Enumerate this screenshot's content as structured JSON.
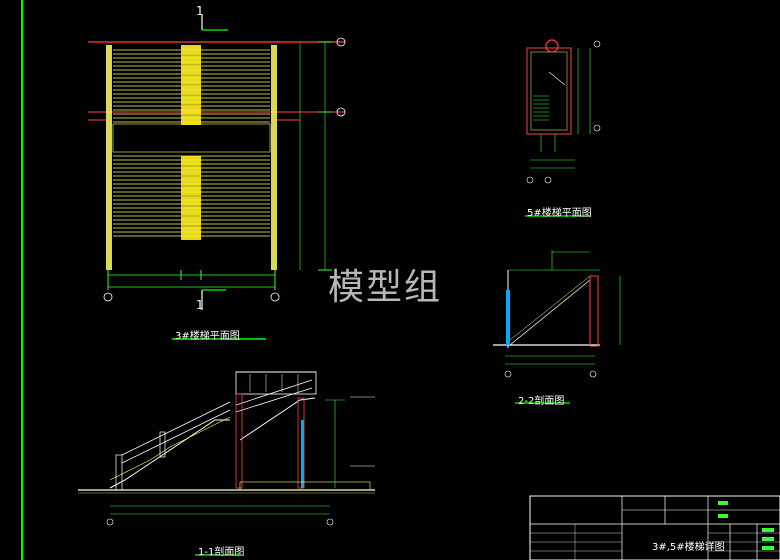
{
  "drawing": {
    "title_plan_3": "3#楼梯平面图",
    "title_plan_5": "5#楼梯平面图",
    "title_section_22": "2-2剖面图",
    "title_section_11": "1-1剖面图",
    "section_mark_top": "1",
    "section_mark_bottom": "1",
    "watermark": "模型组",
    "title_block_drawing_name": "3#,5#楼梯详图"
  },
  "colors": {
    "background": "#000000",
    "frame": "#00ff00",
    "stair_lines": "#ffff66",
    "structure": "#ff4040",
    "dimension": "#33ff33",
    "axis": "#ffffff",
    "accent": "#00ffff"
  }
}
